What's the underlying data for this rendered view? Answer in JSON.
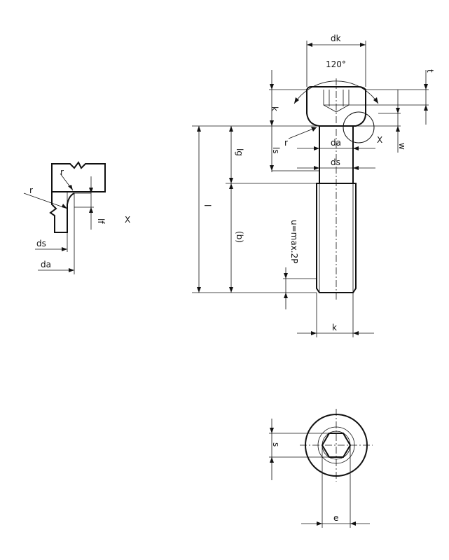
{
  "drawing": {
    "labels": {
      "dk": "dk",
      "angle": "120°",
      "t": "t",
      "k_head": "k",
      "w": "w",
      "detail_mark": "X",
      "da_main": "da",
      "ds_main": "ds",
      "lg": "lg",
      "ls": "ls",
      "l": "l",
      "b": "(b)",
      "u": "u=max.2P",
      "k_bottom": "k",
      "r_main": "r",
      "r_detail_top": "r",
      "r_detail_left": "r",
      "lf": "lf",
      "ds_detail": "ds",
      "da_detail": "da",
      "detail_view": "X",
      "s": "s",
      "e": "e"
    }
  }
}
